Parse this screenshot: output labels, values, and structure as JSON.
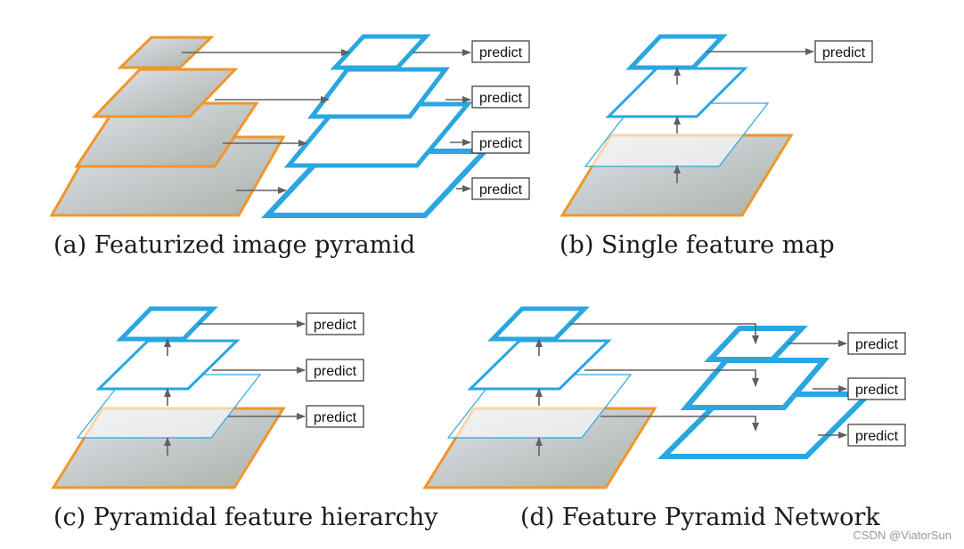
{
  "predict_label": "predict",
  "captions": {
    "a": "(a) Featurized image pyramid",
    "b": "(b) Single feature map",
    "c": "(c) Pyramidal feature hierarchy",
    "d": "(d) Feature Pyramid Network"
  },
  "watermark": "CSDN @ViatorSun",
  "colors": {
    "image_border": "#f0962a",
    "feature_border": "#2aa6e0",
    "arrow": "#606060",
    "image_fill": "#c9cfd2"
  }
}
